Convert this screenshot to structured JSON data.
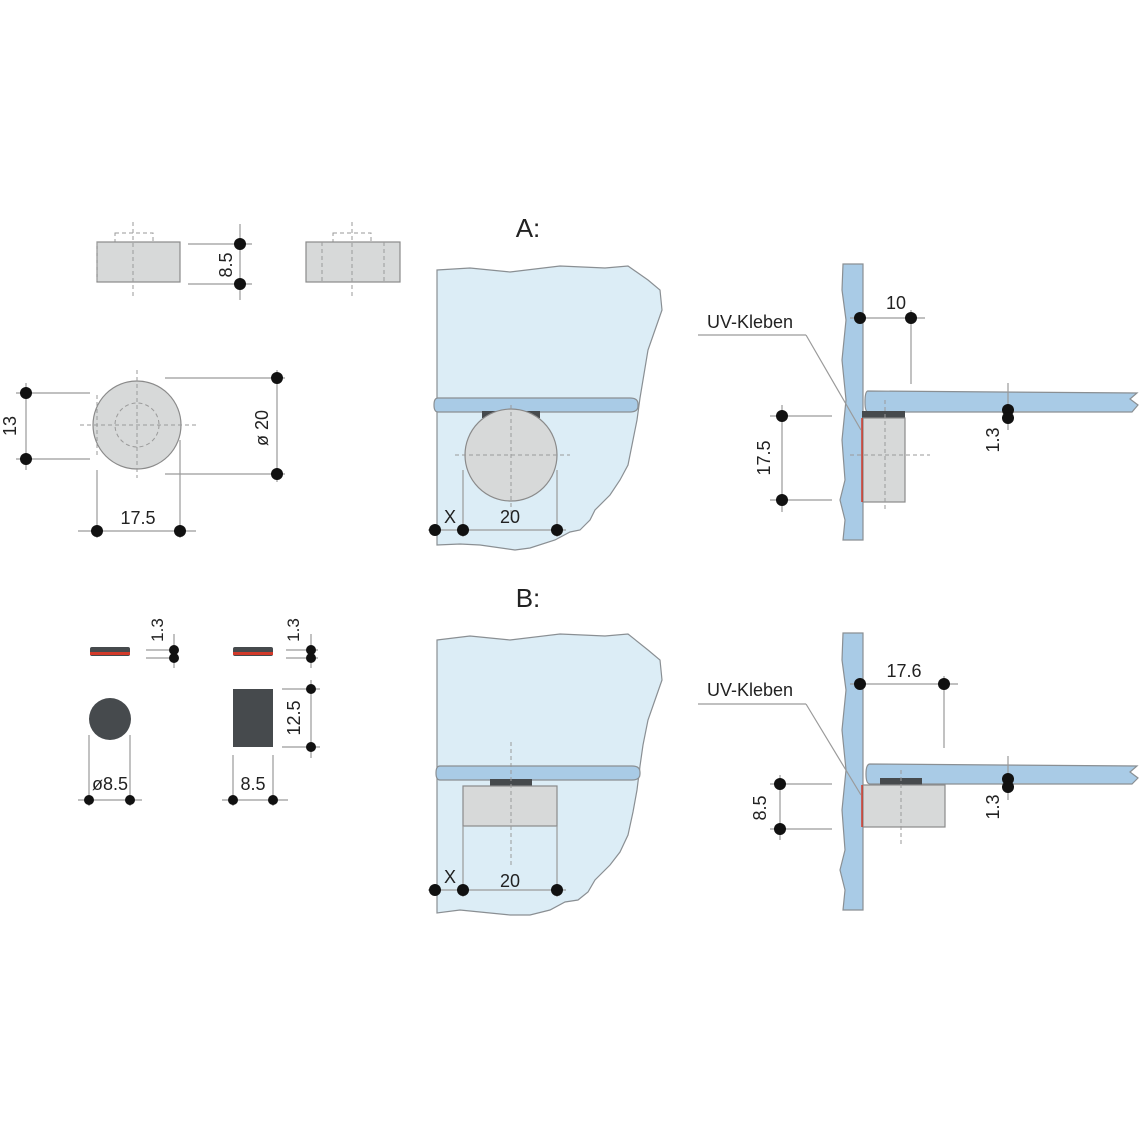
{
  "colors": {
    "glass_fill": "#dcedf6",
    "glass_edge": "#a9cbe6",
    "part_fill": "#d7d9d9",
    "pad_dark": "#464a4d",
    "adhesive_red": "#d23a2a",
    "dim_line": "#9a9a9a",
    "dot": "#111111"
  },
  "icons": [
    "dimension-dot-icon"
  ],
  "sections": {
    "a": {
      "heading": "A:"
    },
    "b": {
      "heading": "B:"
    }
  },
  "labels": {
    "uv_a": "UV-Kleben",
    "uv_b": "UV-Kleben"
  },
  "dims": {
    "top_height": "8.5",
    "circle_13": "13",
    "circle_dia": "ø 20",
    "circle_175": "17.5",
    "a_x": "X",
    "a_20": "20",
    "a_10": "10",
    "a_175": "17.5",
    "a_13": "1.3",
    "pad_left_13": "1.3",
    "pad_right_13": "1.3",
    "pad_dia": "ø8.5",
    "pad_125": "12.5",
    "pad_85": "8.5",
    "b_x": "X",
    "b_20": "20",
    "b_176": "17.6",
    "b_85": "8.5",
    "b_13": "1.3"
  }
}
